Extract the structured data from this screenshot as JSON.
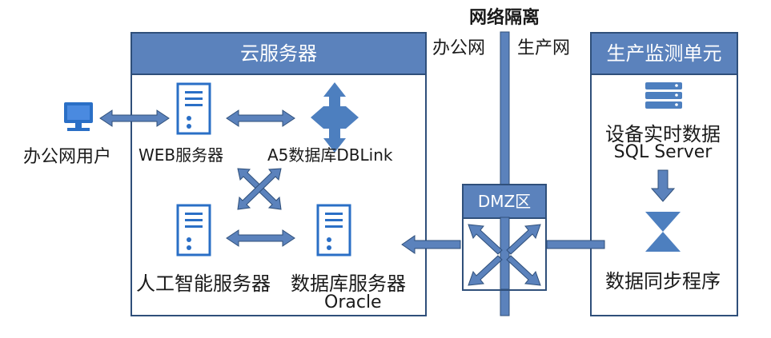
{
  "network_isolation": {
    "title": "网络隔离",
    "left_label": "办公网",
    "right_label": "生产网"
  },
  "office_user": {
    "label": "办公网用户"
  },
  "cloud": {
    "title": "云服务器",
    "web_server": "WEB服务器",
    "a5_db": "A5数据库DBLink",
    "ai_server": "人工智能服务器",
    "db_server": "数据库服务器",
    "db_server_sub": "Oracle"
  },
  "dmz": {
    "title": "DMZ区"
  },
  "production": {
    "title": "生产监测单元",
    "device_data": "设备实时数据",
    "device_data_sub": "SQL Server",
    "sync": "数据同步程序"
  },
  "colors": {
    "accent": "#5b82bc",
    "border": "#2f4f7a",
    "icon": "#2a6fc6"
  }
}
